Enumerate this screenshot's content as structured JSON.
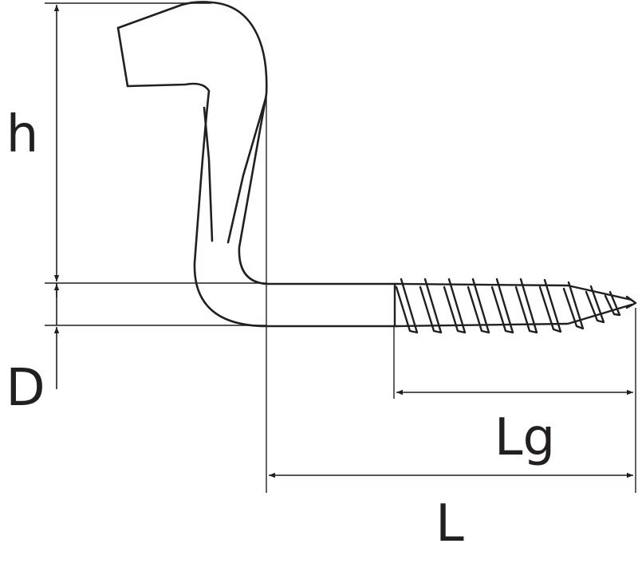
{
  "labels": {
    "height": "h",
    "diameter": "D",
    "thread_length": "Lg",
    "length": "L"
  },
  "colors": {
    "line": "#231f20",
    "background": "#ffffff"
  }
}
